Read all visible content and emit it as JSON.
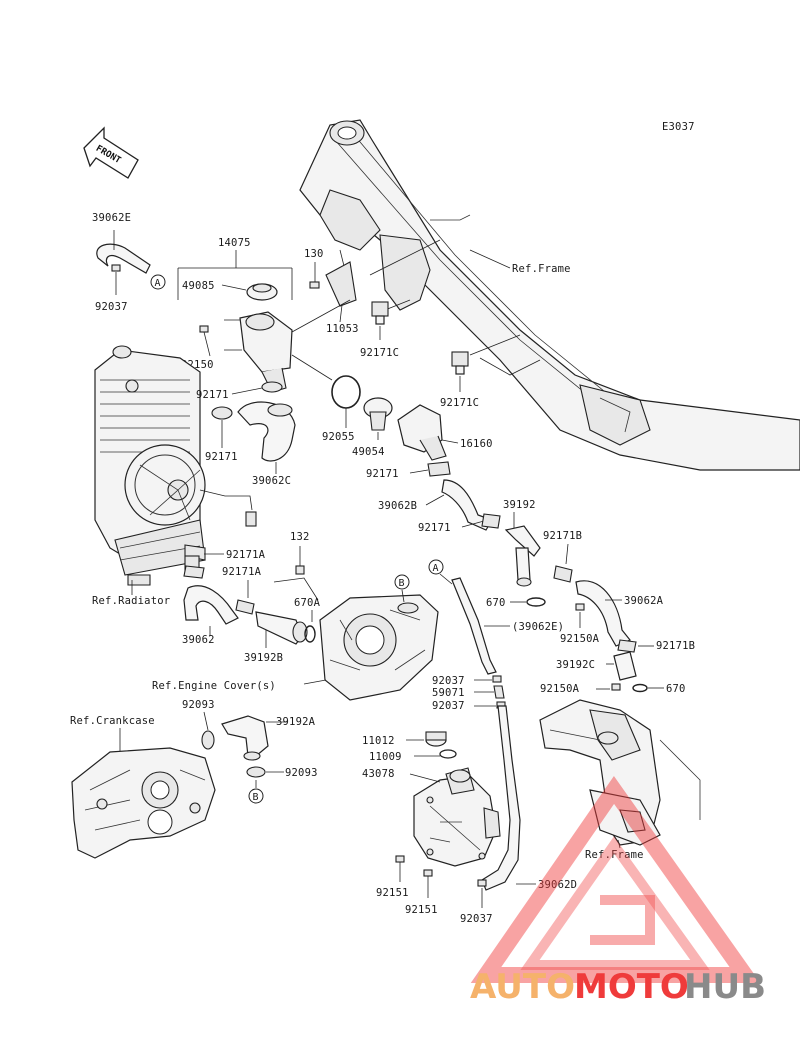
{
  "diagram_code": "E3037",
  "front_label": "FRONT",
  "labels": {
    "p39062E": "39062E",
    "p92037_top": "92037",
    "p14075": "14075",
    "p49085": "49085",
    "p130": "130",
    "p11053": "11053",
    "p92150": "92150",
    "p92171C_1": "92171C",
    "p92171C_2": "92171C",
    "p92171_a": "92171",
    "p92171_b": "92171",
    "p92055": "92055",
    "p49054": "49054",
    "p16160": "16160",
    "p39062C": "39062C",
    "p92171_c": "92171",
    "p39062B": "39062B",
    "p39192": "39192",
    "p92171_d": "92171",
    "p92171B_1": "92171B",
    "p92171A_1": "92171A",
    "p92171A_2": "92171A",
    "p132": "132",
    "p670A": "670A",
    "p670_1": "670",
    "p39062A": "39062A",
    "p39062E_paren": "(39062E)",
    "p92150A_1": "92150A",
    "p92171B_2": "92171B",
    "p39192C": "39192C",
    "p92150A_2": "92150A",
    "p670_2": "670",
    "p39062": "39062",
    "p39192B": "39192B",
    "p92037_mid1": "92037",
    "p59071": "59071",
    "p92037_mid2": "92037",
    "p92093_1": "92093",
    "p39192A": "39192A",
    "p92093_2": "92093",
    "p11012": "11012",
    "p11009": "11009",
    "p43078": "43078",
    "p92151_1": "92151",
    "p92151_2": "92151",
    "p92037_bot": "92037",
    "p39062D": "39062D"
  },
  "refs": {
    "frame_top": "Ref.Frame",
    "radiator": "Ref.Radiator",
    "engine_cover": "Ref.Engine Cover(s)",
    "crankcase": "Ref.Crankcase",
    "frame_bottom": "Ref.Frame"
  },
  "callouts": {
    "A1": "A",
    "A2": "A",
    "B1": "B",
    "B2": "B"
  },
  "watermark": {
    "part1": "AUTO",
    "part2": "MOTO",
    "part3": "HUB",
    "color1": "#f5b26b",
    "color2": "#ef3b3b",
    "color3": "#8a8a8a"
  }
}
